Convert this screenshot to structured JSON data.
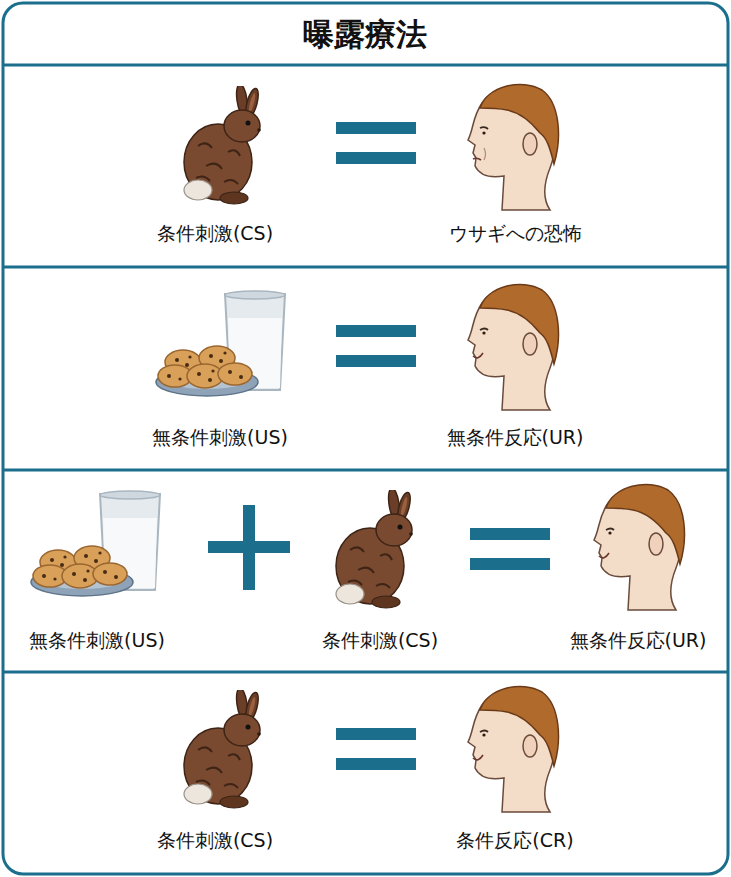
{
  "diagram": {
    "title": "曝露療法",
    "labels": [
      "条件刺激(CS)",
      "ウサギへの恐怖",
      "無条件刺激(US)",
      "無条件反応(UR)",
      "無条件刺激(US)",
      "条件刺激(CS)",
      "無条件反応(UR)",
      "条件刺激(CS)",
      "条件反応(CR)"
    ]
  }
}
